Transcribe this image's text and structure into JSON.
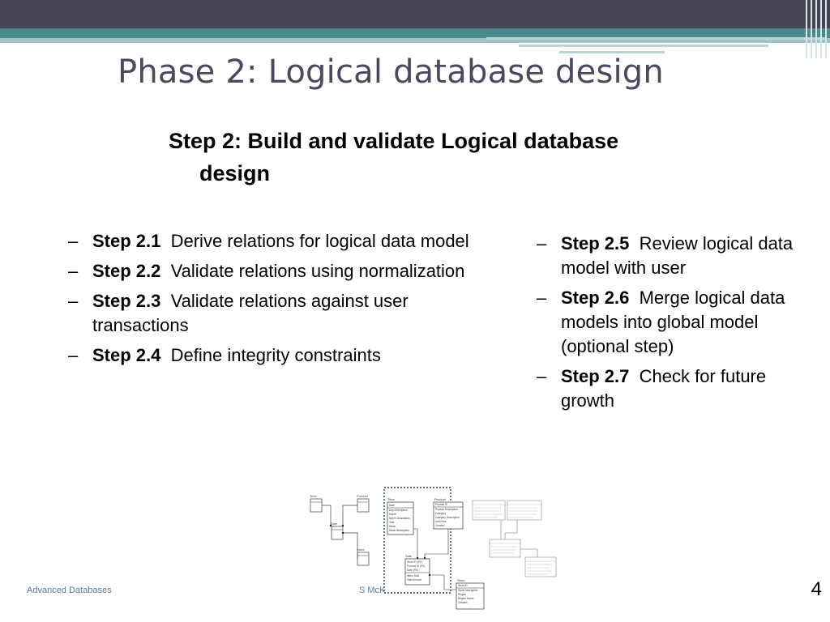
{
  "slide": {
    "title": "Phase 2: Logical database design",
    "subheading_line1": "Step 2: Build and validate Logical database",
    "subheading_line2": "design"
  },
  "left_steps": [
    {
      "marker": "–",
      "num": "Step 2.1",
      "text": "Derive relations for logical data model"
    },
    {
      "marker": "–",
      "num": "Step 2.2",
      "text": "Validate relations using normalization"
    },
    {
      "marker": "–",
      "num": "Step 2.3",
      "text": "Validate relations against user transactions"
    },
    {
      "marker": "–",
      "num": "Step 2.4",
      "text": "Define integrity constraints"
    }
  ],
  "right_steps": [
    {
      "marker": "–",
      "num": "Step 2.5",
      "text": "Review logical data model with user"
    },
    {
      "marker": "–",
      "num": "Step 2.6",
      "text": "Merge logical data models into global model (optional step)"
    },
    {
      "marker": "–",
      "num": "Step 2.7",
      "text": "Check for future growth"
    }
  ],
  "diagram": {
    "left_boxes": [
      "Time",
      "Product",
      "Sale",
      "Store"
    ],
    "center_boxes": [
      {
        "header": "Time",
        "fields": [
          "Date",
          "Day Description",
          "Month",
          "Month Description",
          "Year",
          "Week",
          "Week Description"
        ]
      },
      {
        "header": "Product",
        "fields": [
          "Product ID",
          "Product Description",
          "Category",
          "Category Description",
          "Unit Price",
          "Created"
        ]
      },
      {
        "header": "Sale",
        "fields": [
          "Store ID (FK)",
          "Product ID (FK)",
          "Date (FK)",
          "Items Sold",
          "Sale Amount"
        ]
      },
      {
        "header": "Store",
        "fields": [
          "Store ID",
          "Store Description",
          "Region",
          "Region Name",
          "Created"
        ]
      }
    ]
  },
  "footer": {
    "left": "Advanced Databases",
    "center": "S McK",
    "page": "4"
  },
  "colors": {
    "topbar": "#454555",
    "teal": "#4a8a8d",
    "title": "#4a4a5e",
    "footer_text": "#5b7a9d"
  }
}
